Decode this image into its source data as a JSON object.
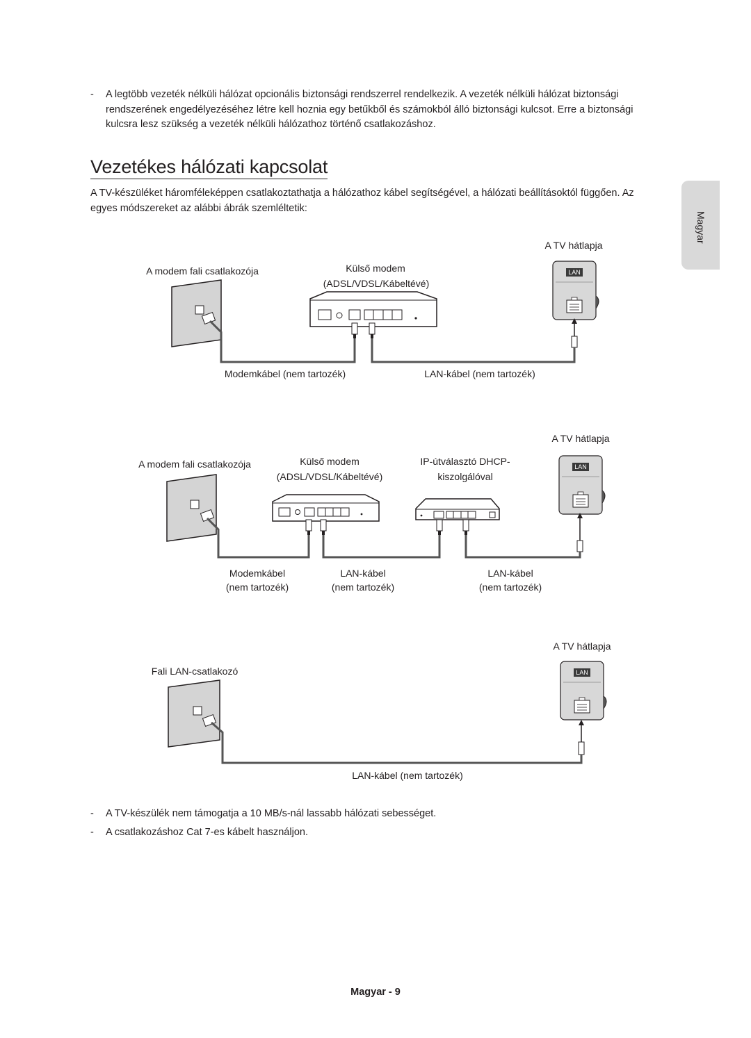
{
  "top_note": "A legtöbb vezeték nélküli hálózat opcionális biztonsági rendszerrel rendelkezik. A vezeték nélküli hálózat biztonsági rendszerének engedélyezéséhez létre kell hoznia egy betűkből és számokból álló biztonsági kulcsot. Erre a biztonsági kulcsra lesz szükség a vezeték nélküli hálózathoz történő csatlakozáshoz.",
  "bullet_dash": "-",
  "heading": "Vezetékes hálózati kapcsolat",
  "intro": "A TV-készüléket háromféleképpen csatlakoztathatja a hálózathoz kábel segítségével, a hálózati beállításoktól függően. Az egyes módszereket az alábbi ábrák szemléltetik:",
  "side_tab": "Magyar",
  "lan_badge": "LAN",
  "diagram1": {
    "tv_back": "A TV hátlapja",
    "wall_jack": "A modem fali csatlakozója",
    "modem_line1": "Külső modem",
    "modem_line2": "(ADSL/VDSL/Kábeltévé)",
    "modem_cable": "Modemkábel (nem tartozék)",
    "lan_cable": "LAN-kábel (nem tartozék)"
  },
  "diagram2": {
    "tv_back": "A TV hátlapja",
    "wall_jack": "A modem fali csatlakozója",
    "modem_line1": "Külső modem",
    "modem_line2": "(ADSL/VDSL/Kábeltévé)",
    "router_line1": "IP-útválasztó DHCP-",
    "router_line2": "kiszolgálóval",
    "cable1_line1": "Modemkábel",
    "cable1_line2": "(nem tartozék)",
    "cable2_line1": "LAN-kábel",
    "cable2_line2": "(nem tartozék)",
    "cable3_line1": "LAN-kábel",
    "cable3_line2": "(nem tartozék)"
  },
  "diagram3": {
    "tv_back": "A TV hátlapja",
    "wall_jack": "Fali LAN-csatlakozó",
    "lan_cable": "LAN-kábel (nem tartozék)"
  },
  "notes": [
    "A TV-készülék nem támogatja a 10 MB/s-nál lassabb hálózati sebességet.",
    "A csatlakozáshoz Cat 7-es kábelt használjon."
  ],
  "footer": "Magyar - 9"
}
